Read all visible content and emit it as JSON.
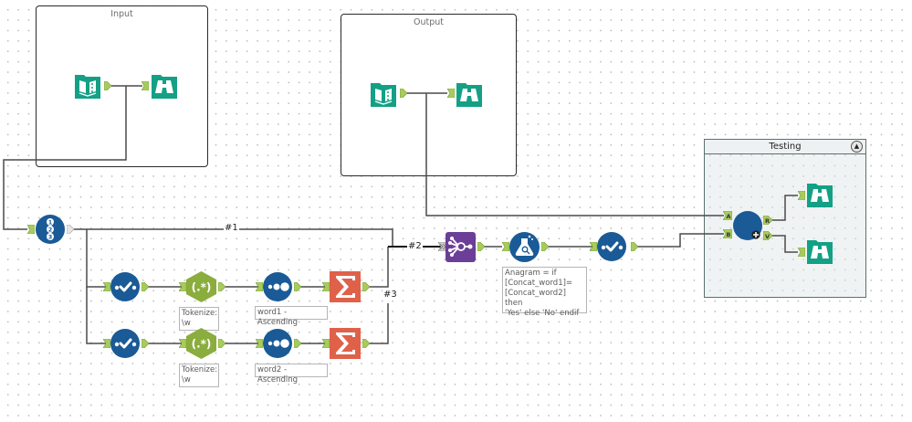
{
  "containers": {
    "input": {
      "title": "Input"
    },
    "output": {
      "title": "Output"
    },
    "testing": {
      "title": "Testing",
      "collapse_icon": "collapse-up-icon"
    }
  },
  "tools": [
    {
      "id": "input-data-1",
      "type": "input-data",
      "icon": "book-icon",
      "color": "#14a085"
    },
    {
      "id": "browse-1",
      "type": "browse",
      "icon": "binoculars-icon",
      "color": "#14a085"
    },
    {
      "id": "input-data-2",
      "type": "input-data",
      "icon": "book-icon",
      "color": "#14a085"
    },
    {
      "id": "browse-2",
      "type": "browse",
      "icon": "binoculars-icon",
      "color": "#14a085"
    },
    {
      "id": "record-id",
      "type": "record-id",
      "icon": "numbered-list-icon",
      "color": "#1a5a96",
      "numbers": [
        "1",
        "2",
        "3"
      ]
    },
    {
      "id": "select-1",
      "type": "select",
      "icon": "checkmark-icon",
      "color": "#1a5a96"
    },
    {
      "id": "select-2",
      "type": "select",
      "icon": "checkmark-icon",
      "color": "#1a5a96"
    },
    {
      "id": "regex-1",
      "type": "regex",
      "icon": "regex-icon",
      "color": "#8aad3d",
      "glyph": "(.*)"
    },
    {
      "id": "regex-2",
      "type": "regex",
      "icon": "regex-icon",
      "color": "#8aad3d",
      "glyph": "(.*)"
    },
    {
      "id": "sort-1",
      "type": "sort",
      "icon": "sort-dots-icon",
      "color": "#1a5a96"
    },
    {
      "id": "sort-2",
      "type": "sort",
      "icon": "sort-dots-icon",
      "color": "#1a5a96"
    },
    {
      "id": "summarize-1",
      "type": "summarize",
      "icon": "sigma-icon",
      "color": "#e0614a",
      "glyph": "Σ"
    },
    {
      "id": "summarize-2",
      "type": "summarize",
      "icon": "sigma-icon",
      "color": "#e0614a",
      "glyph": "Σ"
    },
    {
      "id": "join-multiple",
      "type": "join-multiple",
      "icon": "join-multiple-icon",
      "color": "#6b3f98"
    },
    {
      "id": "formula",
      "type": "formula",
      "icon": "flask-icon",
      "color": "#1a5a96"
    },
    {
      "id": "select-3",
      "type": "select",
      "icon": "checkmark-icon",
      "color": "#1a5a96"
    },
    {
      "id": "test-macro",
      "type": "macro",
      "icon": "blue-circle-icon",
      "color": "#1a5a96"
    },
    {
      "id": "browse-3",
      "type": "browse",
      "icon": "binoculars-icon",
      "color": "#14a085"
    },
    {
      "id": "browse-4",
      "type": "browse",
      "icon": "binoculars-icon",
      "color": "#14a085"
    }
  ],
  "annotations": {
    "regex_1": "Tokenize:\n\\w",
    "regex_2": "Tokenize:\n\\w",
    "sort_1": "word1 - Ascending",
    "sort_2": "word2 - Ascending",
    "formula": "Anagram = if\n[Concat_word1]=\n[Concat_word2] then\n'Yes' else 'No' endif"
  },
  "connection_labels": {
    "c1": "#1",
    "c2": "#2",
    "c3": "#3"
  },
  "macro_anchors": {
    "in_a": "A",
    "in_b": "B",
    "out_r": "R",
    "out_v": "V"
  },
  "colors": {
    "anchor": "#a8cc5c",
    "wire": "#4a4a4a",
    "teal": "#14a085",
    "blue": "#1a5a96",
    "green": "#8aad3d",
    "orange": "#e0614a",
    "purple": "#6b3f98"
  }
}
